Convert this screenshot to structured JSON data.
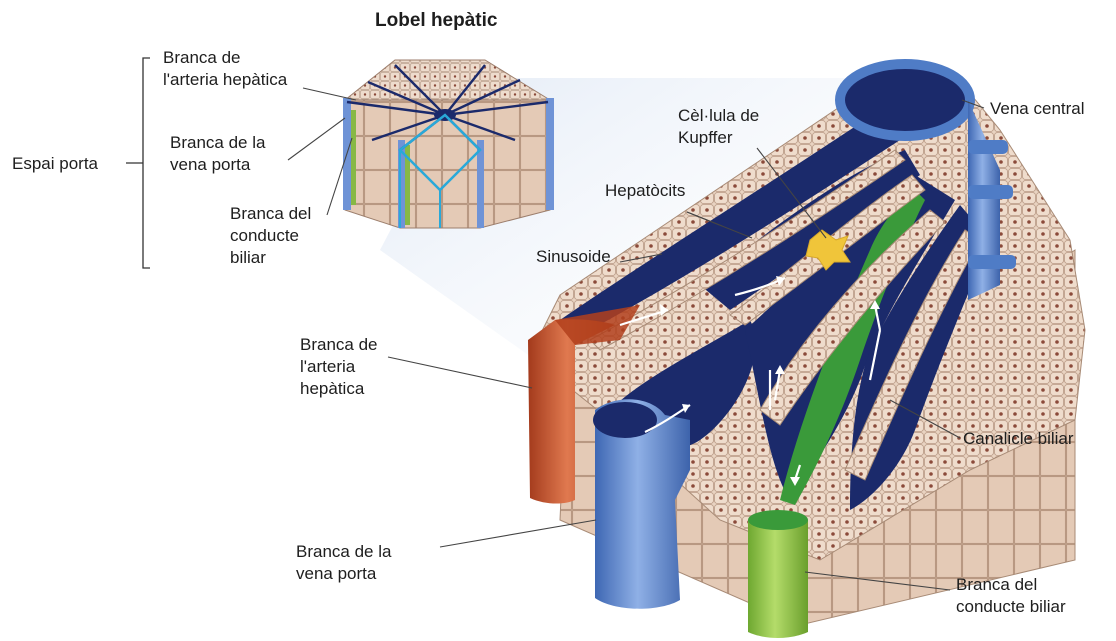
{
  "title": "Lobel hepàtic",
  "inset_labels": {
    "hepatic_artery_branch": "Branca de\nl'arteria hepàtica",
    "portal_vein_branch": "Branca de la\nvena porta",
    "bile_duct_branch": "Branca del\nconducte\nbiliar",
    "portal_space": "Espai porta"
  },
  "main_labels": {
    "kupffer_cell": "Cèl·lula de\nKupffer",
    "hepatocytes": "Hepatòcits",
    "central_vein": "Vena central",
    "sinusoid": "Sinusoide",
    "hepatic_artery_branch": "Branca de\nl'arteria\nhepàtica",
    "bile_canaliculus": "Canalicle biliar",
    "portal_vein_branch": "Branca de la\nvena porta",
    "bile_duct_branch": "Branca del\nconducte biliar"
  },
  "colors": {
    "sinusoid_blood": "#1b2a6b",
    "vein_blue": "#4f7cc6",
    "artery_red": "#c8502a",
    "bile_green": "#3a9a3a",
    "bile_duct_green": "#8cc43c",
    "hepatocyte": "#ead2bf",
    "kupffer": "#f0c53a"
  }
}
